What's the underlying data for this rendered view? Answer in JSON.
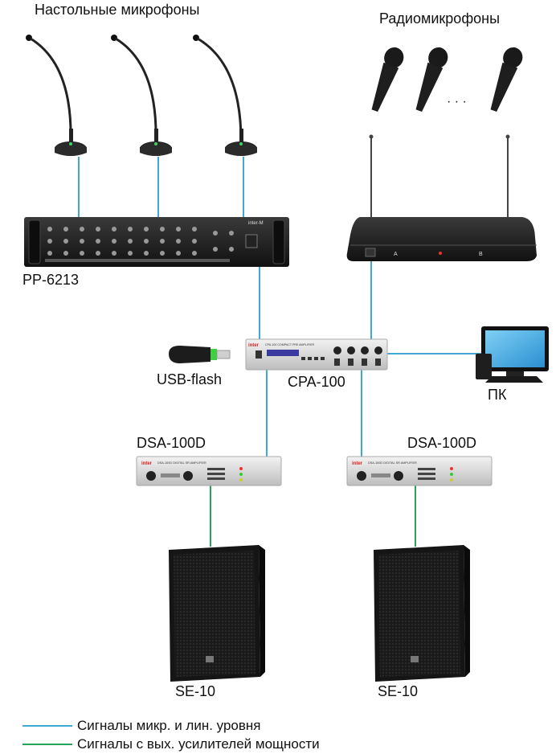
{
  "titles": {
    "desk_mics": "Настольные микрофоны",
    "radio_mics": "Радиомикрофоны"
  },
  "devices": {
    "mixer": "PP-6213",
    "usb": "USB-flash",
    "preamp": "CPA-100",
    "pc": "ПК",
    "amp_left": "DSA-100D",
    "amp_right": "DSA-100D",
    "speaker_left": "SE-10",
    "speaker_right": "SE-10"
  },
  "device_print": {
    "mixer_brand": "inter-M",
    "preamp_brand": "inter",
    "preamp_model": "CPA-100 COMPACT PRE AMPLIFIER",
    "amp_brand": "inter",
    "amp_model": "DSA-100D DIGITAL SR AMPLIFIER",
    "receiver_a": "A",
    "receiver_b": "B"
  },
  "ellipsis": "· · ·",
  "legend": {
    "blue": {
      "text": "Сигналы микр. и лин. уровня",
      "color": "#3fa9d6"
    },
    "green": {
      "text": "Сигналы с вых. усилителей мощности",
      "color": "#2aa35a"
    }
  }
}
